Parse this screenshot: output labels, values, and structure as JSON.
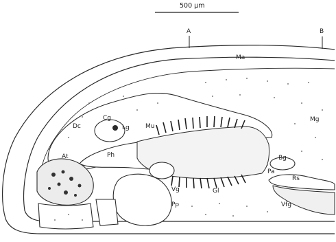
{
  "figure": {
    "scale_bar_label": "500 µm",
    "section_marks": [
      "A",
      "B"
    ],
    "labels": {
      "ma": "Ma",
      "dc": "Dc",
      "cg": "Cg",
      "lg": "Lg",
      "mu": "Mu",
      "mg": "Mg",
      "at": "At",
      "ph": "Ph",
      "bg": "Bg",
      "pa": "Pa",
      "rs": "Rs",
      "vg": "Vg",
      "gl": "Gl",
      "pp": "Pp",
      "vfg": "Vfg"
    }
  }
}
